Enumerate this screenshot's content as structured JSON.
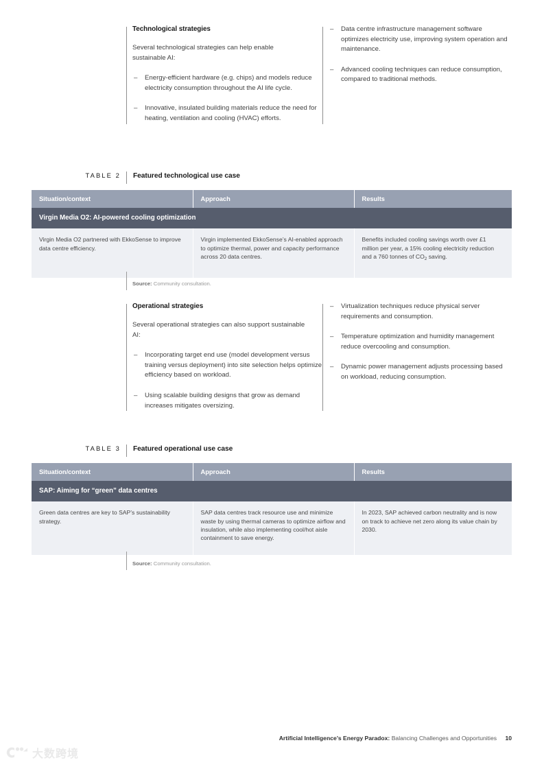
{
  "sections": [
    {
      "id": "technological",
      "title": "Technological strategies",
      "intro": "Several technological strategies can help enable sustainable AI:",
      "left_bullets": [
        "Energy-efficient hardware (e.g. chips) and models reduce electricity consumption throughout the AI life cycle.",
        "Innovative, insulated building materials reduce the need for heating, ventilation and cooling (HVAC) efforts."
      ],
      "right_bullets": [
        "Data centre infrastructure management software optimizes electricity use, improving system operation and maintenance.",
        "Advanced cooling techniques can reduce consumption, compared to traditional methods."
      ]
    },
    {
      "id": "operational",
      "title": "Operational strategies",
      "intro": "Several operational strategies can also support sustainable AI:",
      "left_bullets": [
        "Incorporating target end use (model development versus training versus deployment) into site selection helps optimize efficiency based on workload.",
        "Using scalable building designs that grow as demand increases mitigates oversizing."
      ],
      "right_bullets": [
        "Virtualization techniques reduce physical server requirements and consumption.",
        "Temperature optimization and humidity management reduce overcooling and consumption.",
        "Dynamic power management adjusts processing based on workload, reducing consumption."
      ]
    }
  ],
  "tables": [
    {
      "id": "table-2",
      "label": "TABLE 2",
      "caption": "Featured technological use case",
      "title_bar": "Virgin Media O2: AI-powered cooling optimization",
      "columns": [
        "Situation/context",
        "Approach",
        "Results"
      ],
      "row": [
        "Virgin Media O2 partnered with EkkoSense to improve data centre efficiency.",
        "Virgin implemented EkkoSense’s AI-enabled approach to optimize thermal, power and capacity performance across 20 data centres.",
        "Benefits included cooling savings worth over £1 million per year, a 15% cooling electricity reduction and a 760 tonnes of CO2 saving."
      ],
      "results_has_subscript": true,
      "source_prefix": "Source:",
      "source_text": "Community consultation."
    },
    {
      "id": "table-3",
      "label": "TABLE 3",
      "caption": "Featured operational use case",
      "title_bar": "SAP: Aiming for “green” data centres",
      "columns": [
        "Situation/context",
        "Approach",
        "Results"
      ],
      "row": [
        "Green data centres are key to SAP’s sustainability strategy.",
        "SAP data centres track resource use and minimize waste by using thermal cameras to optimize airflow and insulation, while also implementing cool/hot aisle containment to save energy.",
        "In 2023, SAP achieved carbon neutrality and is now on track to achieve net zero along its value chain by 2030."
      ],
      "source_prefix": "Source:",
      "source_text": "Community consultation."
    }
  ],
  "footer": {
    "title": "Artificial Intelligence’s Energy Paradox:",
    "subtitle": "Balancing Challenges and Opportunities",
    "page": "10"
  },
  "watermark": {
    "text": "大数跨境"
  },
  "colors": {
    "table_title_bar": "#565d6d",
    "table_header_row": "#98a1b2",
    "table_body": "#eef0f4",
    "rule": "#8e8e8e"
  }
}
